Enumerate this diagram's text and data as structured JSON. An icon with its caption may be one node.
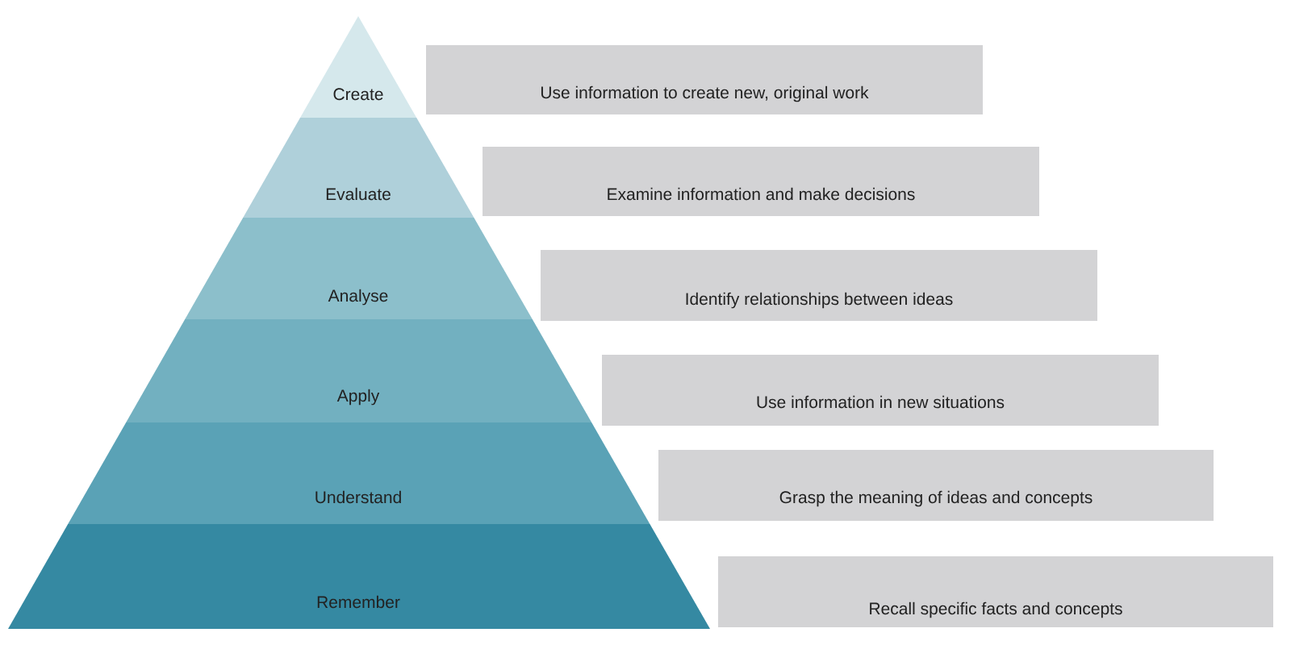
{
  "diagram": {
    "nodes": [
      {
        "text": [
          "Create"
        ]
      },
      {
        "text": [
          "Evaluate"
        ]
      },
      {
        "text": [
          "Analyse"
        ]
      },
      {
        "text": [
          "Apply"
        ]
      },
      {
        "text": [
          "Understand"
        ]
      },
      {
        "text": [
          "Remember"
        ]
      },
      {
        "text": [
          "Use information to create new, original work"
        ]
      },
      {
        "text": [
          "Examine information and make decisions"
        ]
      },
      {
        "text": [
          "Identify relationships between ideas"
        ]
      },
      {
        "text": [
          "Use information in new situations"
        ]
      },
      {
        "text": [
          "Grasp the meaning of ideas and concepts"
        ]
      },
      {
        "text": [
          "Recall specific facts and concepts"
        ]
      }
    ]
  }
}
